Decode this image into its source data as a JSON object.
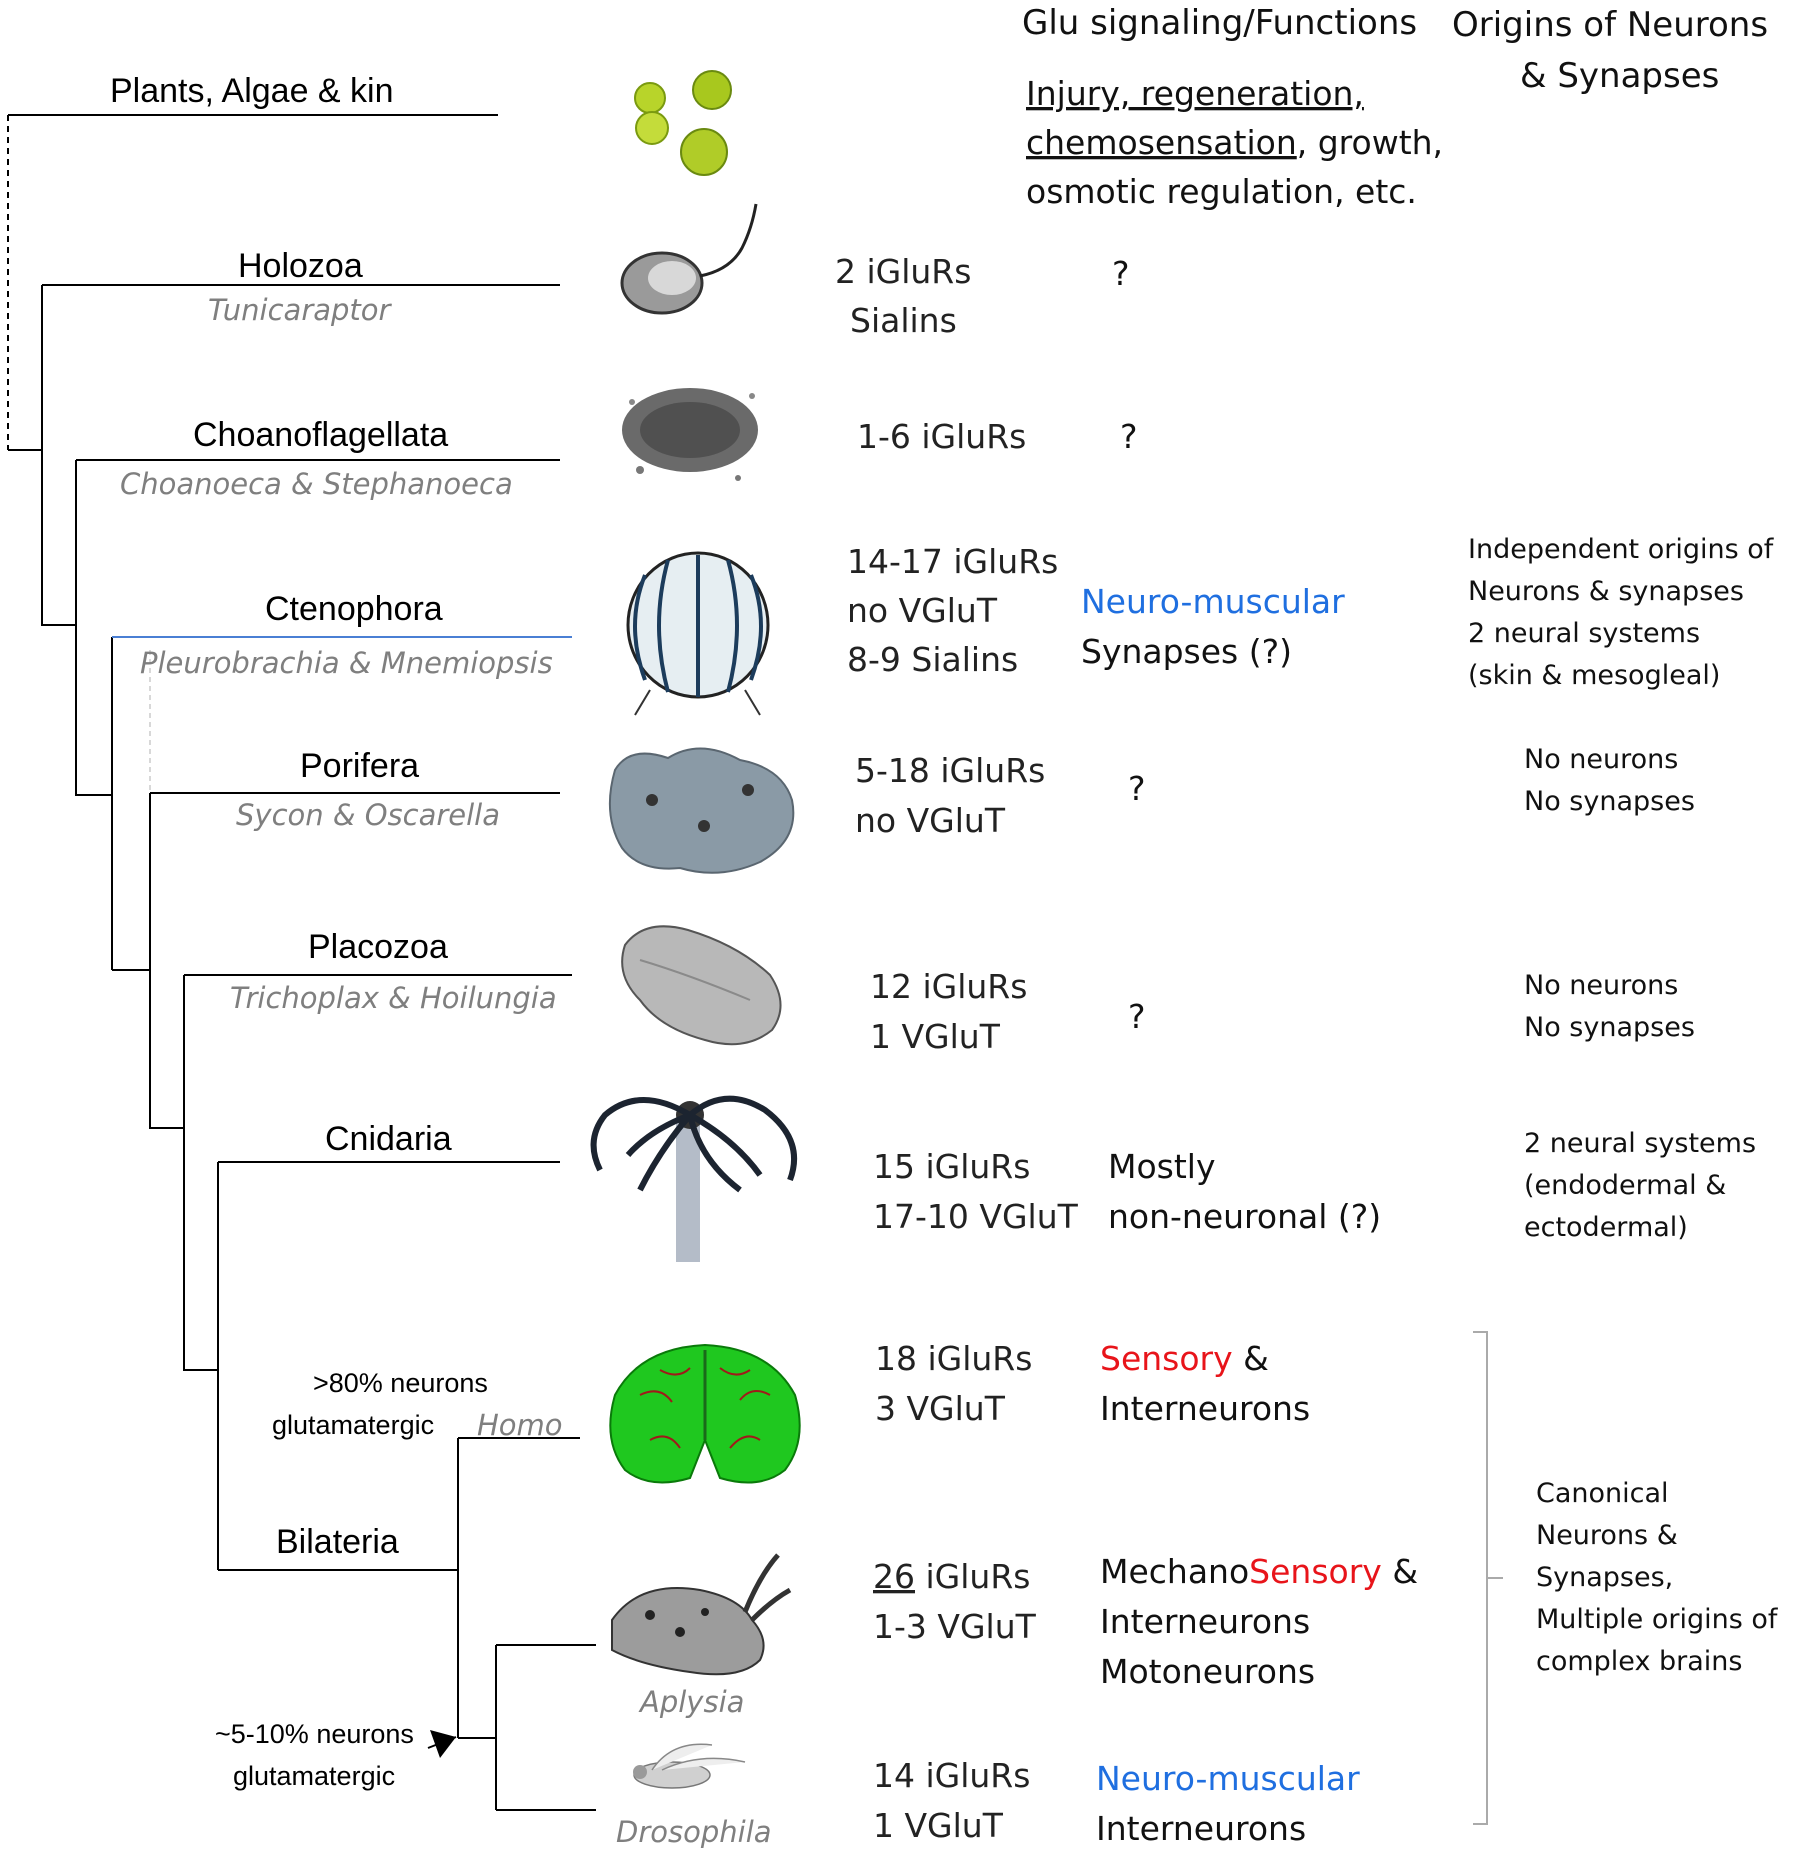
{
  "headers": {
    "functions": "Glu signaling/Functions",
    "origins_line1": "Origins of Neurons",
    "origins_line2": "& Synapses"
  },
  "plants": {
    "name": "Plants, Algae & kin",
    "functions_line1": "Injury, regeneration,",
    "functions_line2a": "chemosensation",
    "functions_line2b": ", growth,",
    "functions_line3": "osmotic regulation, etc."
  },
  "clades": [
    {
      "id": "holozoa",
      "name": "Holozoa",
      "species": "Tunicaraptor",
      "mol": [
        "2 iGluRs",
        "Sialins"
      ],
      "fn": [
        "?"
      ]
    },
    {
      "id": "choano",
      "name": "Choanoflagellata",
      "species": "Choanoeca & Stephanoeca",
      "mol": [
        "1-6 iGluRs"
      ],
      "fn": [
        "?"
      ]
    },
    {
      "id": "cteno",
      "name": "Ctenophora",
      "species": "Pleurobrachia & Mnemiopsis",
      "mol": [
        "14-17 iGluRs",
        "no VGluT",
        "8-9 Sialins"
      ],
      "fn": [
        "Neuro-muscular",
        "Synapses (?)"
      ],
      "origins": [
        "Independent origins of",
        "Neurons & synapses",
        "2 neural systems",
        "(skin & mesogleal)"
      ]
    },
    {
      "id": "porifera",
      "name": "Porifera",
      "species": "Sycon & Oscarella",
      "mol": [
        "5-18 iGluRs",
        "no VGluT"
      ],
      "fn": [
        "?"
      ],
      "origins": [
        "No  neurons",
        "No synapses"
      ]
    },
    {
      "id": "placozoa",
      "name": "Placozoa",
      "species": "Trichoplax & Hoilungia",
      "mol": [
        "12 iGluRs",
        "1 VGluT"
      ],
      "fn": [
        "?"
      ],
      "origins": [
        "No  neurons",
        "No synapses"
      ]
    },
    {
      "id": "cnidaria",
      "name": "Cnidaria",
      "species": "",
      "mol": [
        "15 iGluRs",
        "17-10 VGluT"
      ],
      "fn": [
        "Mostly",
        "non-neuronal (?)"
      ],
      "origins": [
        "2 neural systems",
        "(endodermal &",
        "ectodermal)"
      ]
    }
  ],
  "bilateria": {
    "name": "Bilateria",
    "homo": {
      "species": "Homo",
      "note": [
        ">80% neurons",
        "glutamatergic"
      ],
      "mol": [
        "18 iGluRs",
        "3 VGluT"
      ],
      "fn_sensory": "Sensory",
      "fn_amp": " &",
      "fn_line2": "Interneurons"
    },
    "aplysia": {
      "species": "Aplysia",
      "mol_count": "26",
      "mol_rest": " iGluRs",
      "mol2": "1-3 VGluT",
      "fn_mechano": "Mechano",
      "fn_sensory": "Sensory",
      "fn_amp": " &",
      "fn_line2": "Interneurons",
      "fn_line3": "Motoneurons"
    },
    "drosophila": {
      "species": "Drosophila",
      "mol": [
        "14 iGluRs",
        "1 VGluT"
      ],
      "fn_line1": "Neuro-muscular",
      "fn_line2": "Interneurons"
    },
    "note2": [
      "~5-10% neurons",
      "glutamatergic"
    ],
    "origins": [
      "Canonical",
      "Neurons &",
      "Synapses,",
      "Multiple origins of",
      "complex brains"
    ]
  },
  "colors": {
    "blue": "#1f6fe0",
    "red": "#e8141a",
    "species_gray": "#7f7f7f",
    "brain_green": "#1fc81f",
    "algae_green": "#b8d42a"
  },
  "icons": [
    "algae-cells-icon",
    "tunicaraptor-cell-icon",
    "choanoflagellate-colony-icon",
    "ctenophore-icon",
    "sponge-icon",
    "placozoan-icon",
    "cnidarian-polyp-icon",
    "human-brain-icon",
    "aplysia-icon",
    "drosophila-icon"
  ]
}
